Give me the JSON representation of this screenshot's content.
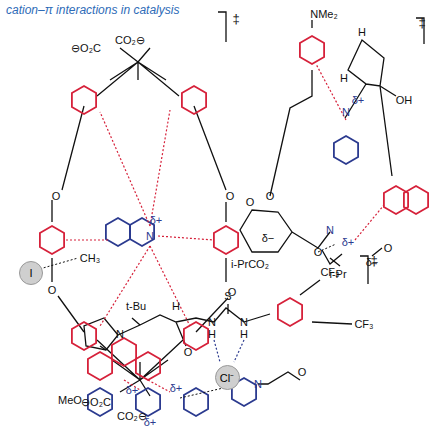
{
  "diagram": {
    "title": "cation–π interactions in catalysis",
    "nodes": [
      {
        "text": [
          "I"
        ]
      },
      {
        "text": [
          "Cl⁻"
        ]
      }
    ],
    "labels": [
      "‡",
      "‡",
      "‡",
      "⊖O₂C",
      "CO₂⊖",
      "⊖O₂C",
      "CO₂⊖",
      "O",
      "O",
      "O",
      "O",
      "δ+",
      "N",
      "CH₃",
      "NMe₂",
      "H",
      "H",
      "δ+",
      "N",
      "OH",
      "O",
      "O",
      "δ−",
      "i-PrCO₂",
      "O",
      "N",
      "δ+",
      "i-Pr",
      "δ−",
      "O",
      "t-Bu",
      "H",
      "N",
      "O",
      "S",
      "N",
      "H",
      "N",
      "H",
      "CF₃",
      "CF₃",
      "MeO",
      "δ+",
      "δ+",
      "δ+",
      "N",
      "O"
    ]
  }
}
